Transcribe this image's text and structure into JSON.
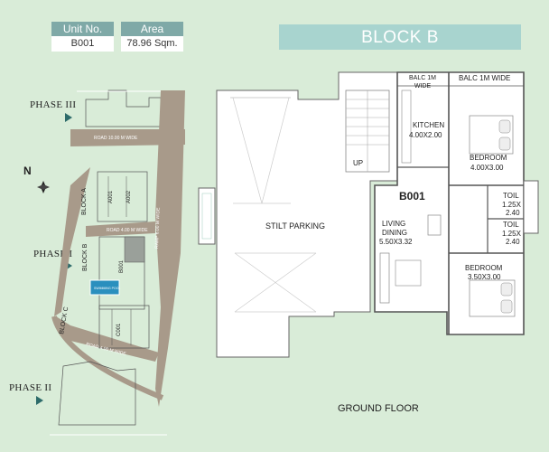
{
  "header": {
    "unit_label": "Unit No.",
    "unit_value": "B001",
    "area_label": "Area",
    "area_value": "78.96 Sqm."
  },
  "block_title": "BLOCK B",
  "site_plan": {
    "phase3": "PHASE III",
    "phase1": "PHASE I",
    "phase2": "PHASE II",
    "north": "N",
    "road_top": "ROAD 10.00 M WIDE",
    "road_mid": "ROAD 4.00 M WIDE",
    "road_bottom": "ROAD 4.00 M WIDE",
    "ramp": "RAMP 6.00 M WIDE",
    "block_a": "BLOCK A",
    "block_b": "BLOCK B",
    "block_c": "BLOCK C",
    "a001": "A001",
    "a002": "A002",
    "b001": "B001",
    "c001": "C001",
    "pool": "SWIMMING POOL"
  },
  "floor_plan": {
    "stilt_parking": "STILT PARKING",
    "up": "UP",
    "balc_left": "BALC 1M WIDE",
    "balc_right": "BALC 1M WIDE",
    "kitchen": "KITCHEN",
    "kitchen_size": "4.00X2.00",
    "bedroom1": "BEDROOM",
    "bedroom1_size": "4.00X3.00",
    "unit": "B001",
    "living": "LIVING",
    "dining": "DINING",
    "living_size": "5.50X3.32",
    "toil1": "TOIL",
    "toil1_size1": "1.25X",
    "toil1_size2": "2.40",
    "toil2": "TOIL",
    "toil2_size1": "1.25X",
    "toil2_size2": "2.40",
    "bedroom2": "BEDROOM",
    "bedroom2_size": "3.50X3.00"
  },
  "ground_floor": "GROUND FLOOR",
  "colors": {
    "background": "#d9ecd8",
    "header_teal": "#7fa9a7",
    "banner": "#a8d4cf",
    "road": "#a89a8a"
  }
}
